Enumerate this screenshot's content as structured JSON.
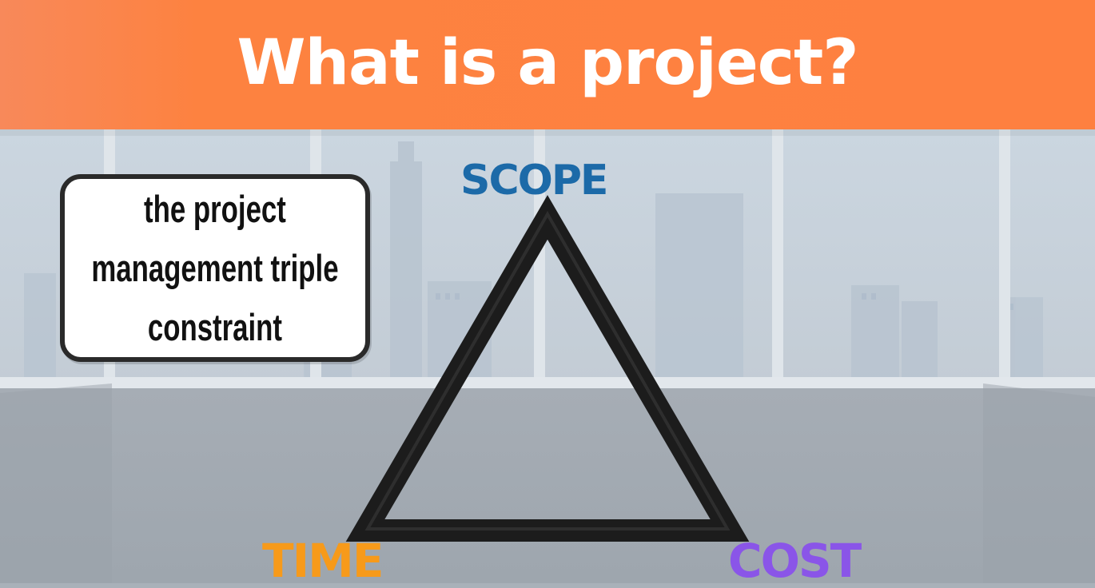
{
  "header": {
    "title": "What is a project?"
  },
  "callout": {
    "lines": [
      "the project",
      "management triple",
      "constraint"
    ]
  },
  "triangle": {
    "top_label": "SCOPE",
    "left_label": "TIME",
    "right_label": "COST"
  },
  "colors": {
    "banner": "#fe8040",
    "scope": "#1c6aa8",
    "time": "#f79a1a",
    "cost": "#8a55e8",
    "triangle": "#1a1a1a",
    "background": "#a9b1b9"
  }
}
